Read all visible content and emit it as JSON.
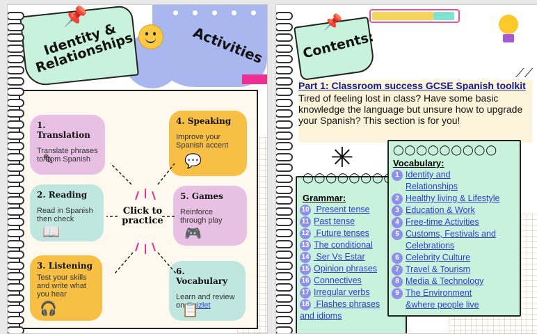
{
  "left_page": {
    "title": "Identity & Relationships",
    "subtitle": "Activities",
    "center_label": "Click to practice",
    "cards": [
      {
        "title": "1. Translation",
        "text": "Translate phrases to/from Spanish",
        "icon": "pen-icon"
      },
      {
        "title": "2. Reading",
        "text": "Read in Spanish then check",
        "icon": "book-icon"
      },
      {
        "title": "3. Listening",
        "text": "Test your skills and write what you hear",
        "icon": "headphones-icon"
      },
      {
        "title": "4. Speaking",
        "text": "Improve your Spanish accent",
        "icon": "speech-bubble-icon"
      },
      {
        "title": "5. Games",
        "text": "Reinforce through play",
        "icon": "gamepad-icon"
      },
      {
        "title": "6. Vocabulary",
        "text": "Learn and review on ",
        "link": "Quizlet",
        "icon": "checklist-icon"
      }
    ]
  },
  "right_page": {
    "title": "Contents:",
    "part_heading": "Part 1: Classroom success GCSE Spanish toolkit",
    "part_text": "Tired of feeling lost in class? Have some basic knowledge the language but unsure how to upgrade your Spanish? This section is for you!",
    "grammar_heading": "Grammar:",
    "grammar": [
      {
        "num": "10",
        "label": " Present tense"
      },
      {
        "num": "11",
        "label": "Past tense"
      },
      {
        "num": "12",
        "label": " Future tenses"
      },
      {
        "num": "13",
        "label": "The conditional"
      },
      {
        "num": "14",
        "label": " Ser Vs Estar"
      },
      {
        "num": "15",
        "label": "Opinion phrases"
      },
      {
        "num": "16",
        "label": "Connectives"
      },
      {
        "num": "17",
        "label": "Irregular verbs"
      },
      {
        "num": "18",
        "label": " Flashes phrases"
      }
    ],
    "grammar_tail": "and idioms",
    "vocab_heading": "Vocabulary:",
    "vocab": [
      {
        "num": "1",
        "label": "Identity and",
        "cont": "Relationships"
      },
      {
        "num": "2",
        "label": "Healthy living & Lifestyle"
      },
      {
        "num": "3",
        "label": "Education & Work"
      },
      {
        "num": "4",
        "label": "Free-time Activities"
      },
      {
        "num": "5",
        "label": "Customs, Festivals and",
        "cont": "Celebrations"
      },
      {
        "num": "6",
        "label": "Celebrity Culture"
      },
      {
        "num": "7",
        "label": "Travel & Tourism"
      },
      {
        "num": "8",
        "label": "Media & Technology"
      },
      {
        "num": "9",
        "label": "The Environment",
        "cont": "&where people live"
      }
    ]
  },
  "colors": {
    "pink": "#e7c0e3",
    "mint": "#bfe7df",
    "yellow": "#f7c044",
    "link": "#2a3fd0",
    "badge": "#8e8fe8"
  }
}
